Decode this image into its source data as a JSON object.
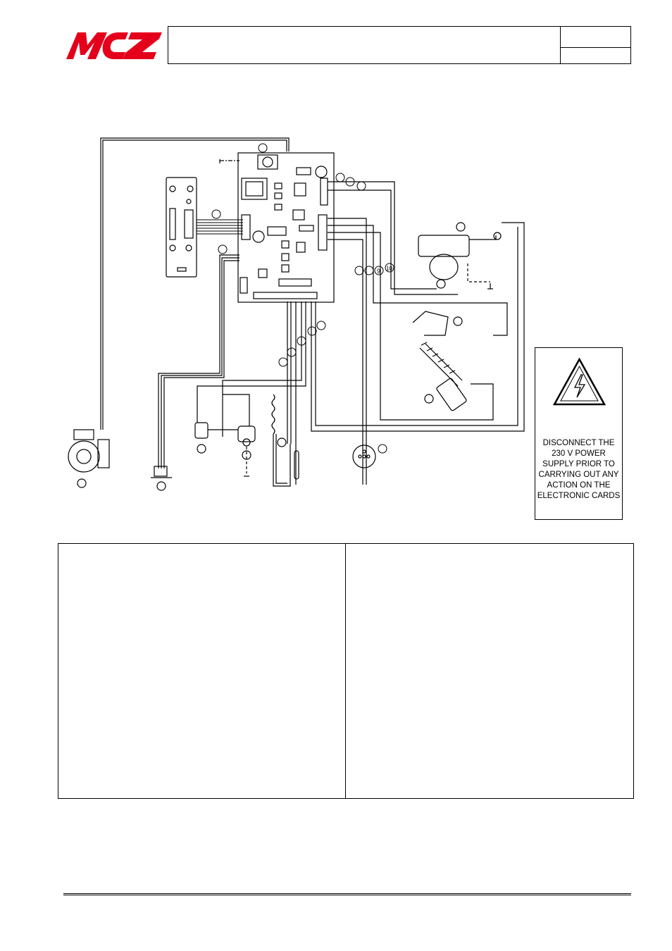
{
  "header": {
    "logo_text": "MCZ",
    "brand_color": "#e4001b"
  },
  "warning": {
    "icon": "high-voltage-icon",
    "lines": [
      "DISCONNECT THE",
      "230 V POWER",
      "SUPPLY PRIOR TO",
      "CARRYING OUT ANY",
      "ACTION ON THE",
      "ELECTRONIC CARDS"
    ]
  },
  "diagram": {
    "callouts": [
      "9",
      "10"
    ]
  }
}
